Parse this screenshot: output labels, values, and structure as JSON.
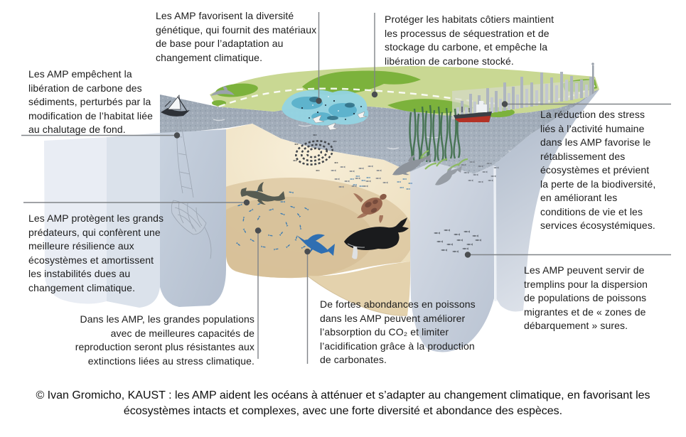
{
  "figure": {
    "caption": "© Ivan Gromicho, KAUST : les AMP aident les océans à atténuer et s’adapter au changement climatique, en favorisant les écosystèmes intacts et complexes, avec une forte diversité et abondance des espèces."
  },
  "annotations": [
    {
      "id": "genetic-diversity",
      "lines": [
        "Les AMP favorisent la diversité",
        "génétique, qui fournit des matériaux",
        "de base pour l’adaptation au",
        "changement climatique."
      ]
    },
    {
      "id": "coastal-habitats",
      "lines": [
        "Protéger les habitats côtiers maintient",
        "les processus de séquestration et de",
        "stockage du carbone, et empêche la",
        "libération de carbone stocké."
      ]
    },
    {
      "id": "sediment-carbon",
      "lines": [
        "Les AMP empêchent la",
        "libération de carbone des",
        "sédiments, perturbés par la",
        "modification de l’habitat liée",
        "au chalutage de fond."
      ]
    },
    {
      "id": "stress-reduction",
      "lines": [
        "La réduction des stress",
        "liés à l’activité humaine",
        "dans les AMP favorise le",
        "rétablissement des",
        "écosystèmes et prévient",
        "la perte de la biodiversité,",
        "en améliorant les",
        "conditions de vie et les",
        "services écosystémiques."
      ]
    },
    {
      "id": "top-predators",
      "lines": [
        "Les AMP protègent les grands",
        "prédateurs, qui confèrent une",
        "meilleure résilience aux",
        "écosystèmes et amortissent",
        "les instabilités dues au",
        "changement climatique."
      ]
    },
    {
      "id": "stepping-stones",
      "lines": [
        "Les AMP peuvent servir de",
        "tremplins pour la dispersion",
        "de populations de poissons",
        "migrantes et de « zones de",
        "débarquement » sures."
      ]
    },
    {
      "id": "large-populations",
      "lines": [
        "Dans les AMP, les grandes populations",
        "avec de meilleures capacités de",
        "reproduction seront plus résistantes aux",
        "extinctions liées au stress climatique."
      ]
    },
    {
      "id": "fish-abundance",
      "lines": [
        "De fortes abondances en poissons",
        "dans les AMP peuvent améliorer",
        "l’absorption du CO₂ et limiter",
        "l’acidification grâce à la production",
        "de carbonates."
      ]
    }
  ],
  "palette": {
    "land_light_green": "#c9d893",
    "land_dark_green": "#7cb23c",
    "sea_surface": "#a3aebb",
    "sand_cream": "#f0e2c0",
    "reef_cyan": "#93d4e3",
    "fish_blue": "#3d7cb2",
    "ship_red": "#b33226",
    "leader_line": "#808488"
  }
}
